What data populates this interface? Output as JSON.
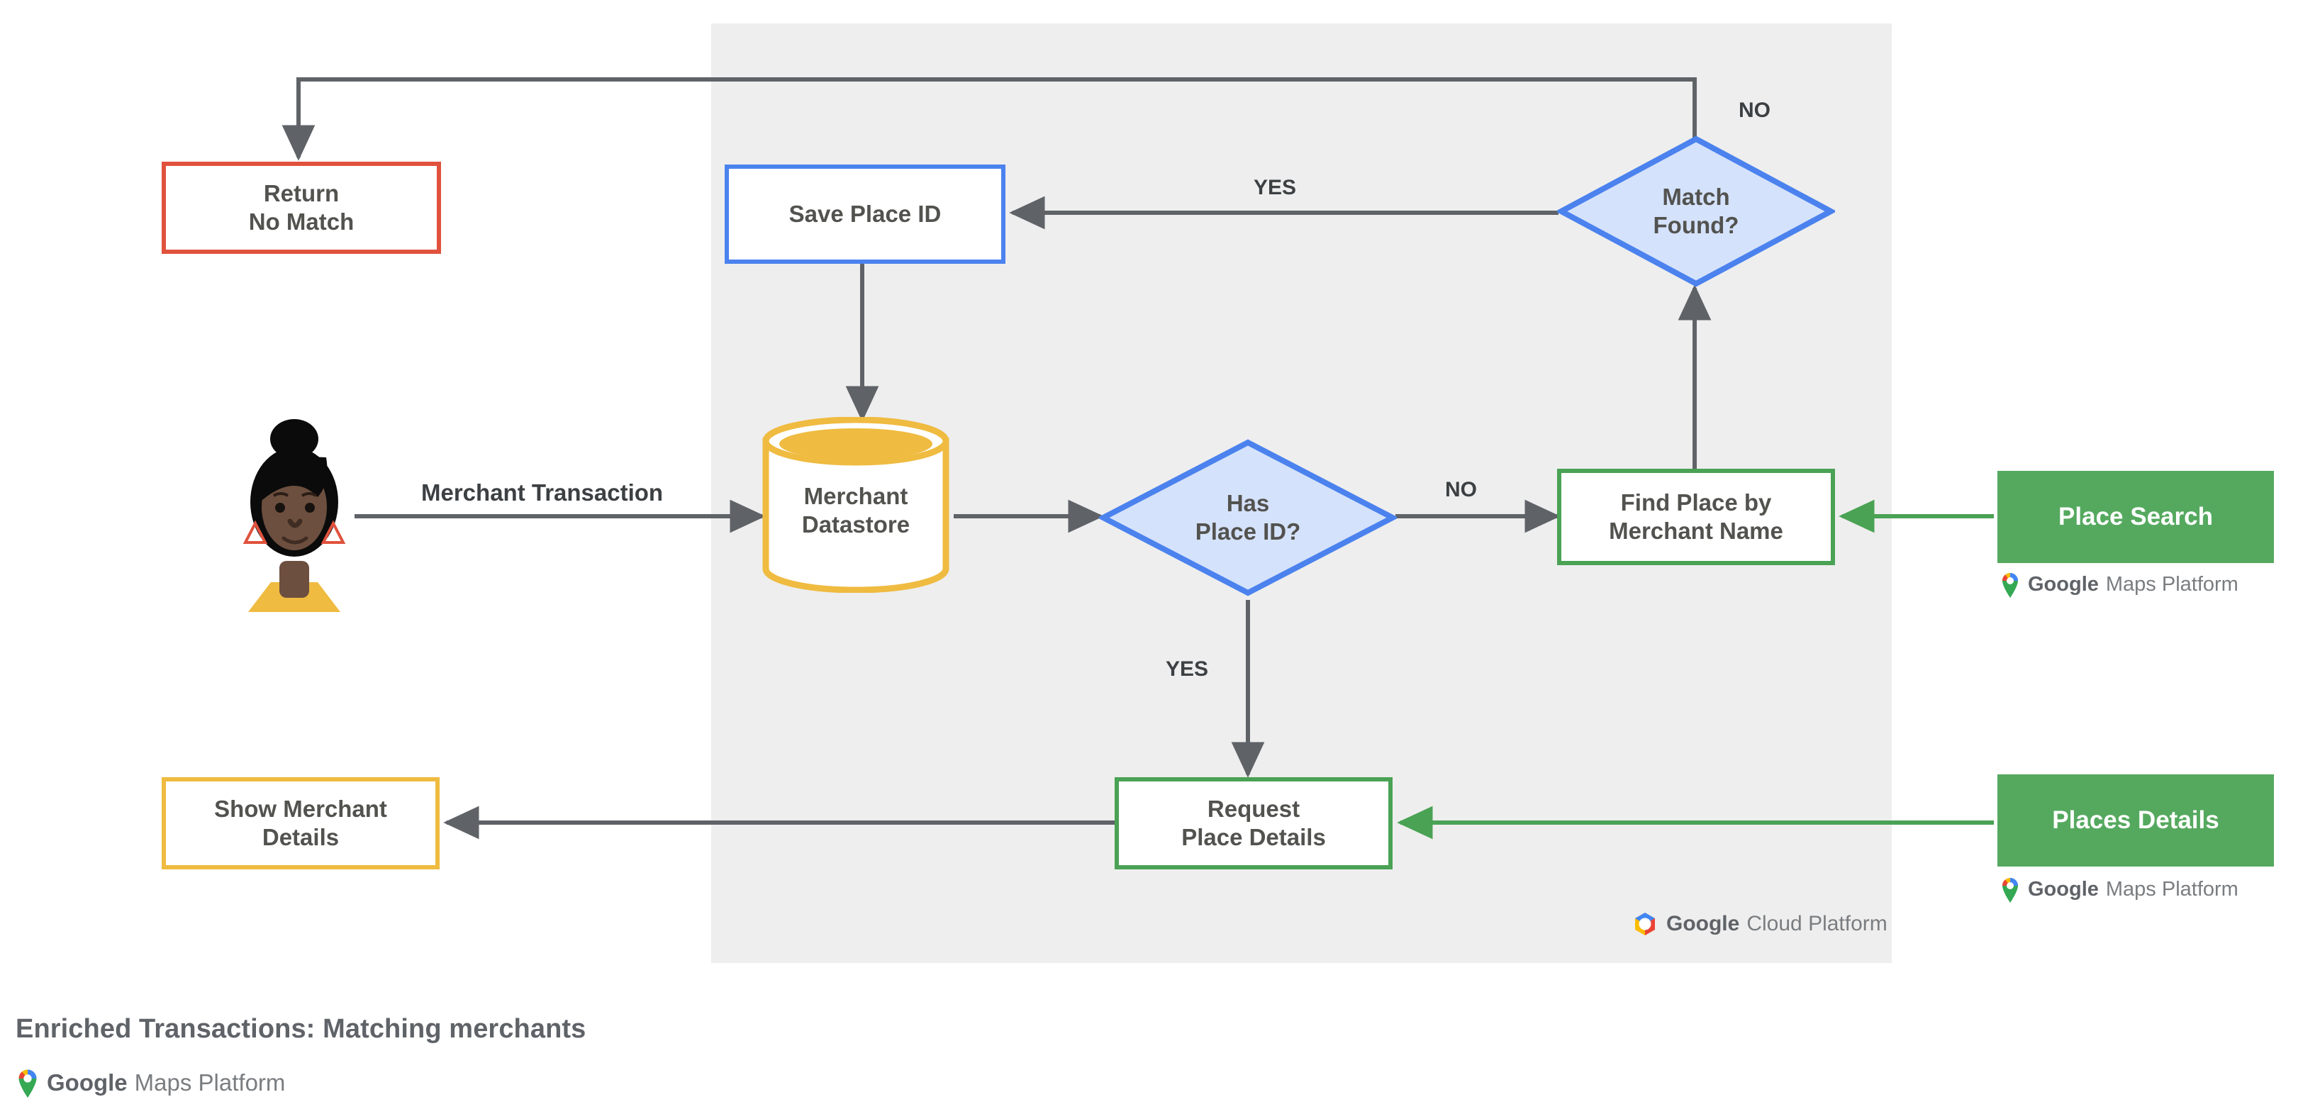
{
  "diagram": {
    "caption_title": "Enriched Transactions: Matching merchants",
    "panel_label": "Google Cloud Platform",
    "panel_label_brand": "Google",
    "panel_label_rest": "Cloud Platform"
  },
  "nodes": {
    "return_no_match": {
      "label": "Return\nNo Match",
      "border_color": "#e0523d"
    },
    "save_place_id": {
      "label": "Save Place ID",
      "border_color": "#4b82ee"
    },
    "merchant_datastore": {
      "label": "Merchant\nDatastore",
      "border_color": "#efbb40"
    },
    "has_place_id": {
      "label": "Has\nPlace ID?",
      "border_color": "#4b82ee",
      "fill": "#d5e2fb"
    },
    "match_found": {
      "label": "Match\nFound?",
      "border_color": "#4b82ee",
      "fill": "#d5e2fb"
    },
    "find_place_by_merchant_name": {
      "label": "Find Place by\nMerchant Name",
      "border_color": "#4aa254"
    },
    "request_place_details": {
      "label": "Request\nPlace Details",
      "border_color": "#4aa254"
    },
    "show_merchant_details": {
      "label": "Show Merchant\nDetails",
      "border_color": "#efbb40"
    }
  },
  "api_chips": [
    {
      "label": "Place Search",
      "color": "#55a95f",
      "brand": "Google",
      "brand_rest": "Maps Platform"
    },
    {
      "label": "Places Details",
      "color": "#55a95f",
      "brand": "Google",
      "brand_rest": "Maps Platform"
    }
  ],
  "edge_labels": {
    "merchant_transaction": "Merchant Transaction",
    "has_place_id_no": "NO",
    "has_place_id_yes": "YES",
    "match_found_yes": "YES",
    "match_found_no": "NO"
  },
  "footer_brand": {
    "brand": "Google",
    "brand_rest": "Maps Platform"
  },
  "actor": {
    "name": "merchant-customer-avatar"
  },
  "colors": {
    "panel_bg": "#eeeeee",
    "connector": "#5f6368",
    "green_connector": "#4aa254",
    "text": "#52524f",
    "red": "#e0523d",
    "blue": "#4b82ee",
    "green": "#4aa254",
    "yellow": "#efbb40",
    "diamond_fill": "#d5e2fb"
  }
}
